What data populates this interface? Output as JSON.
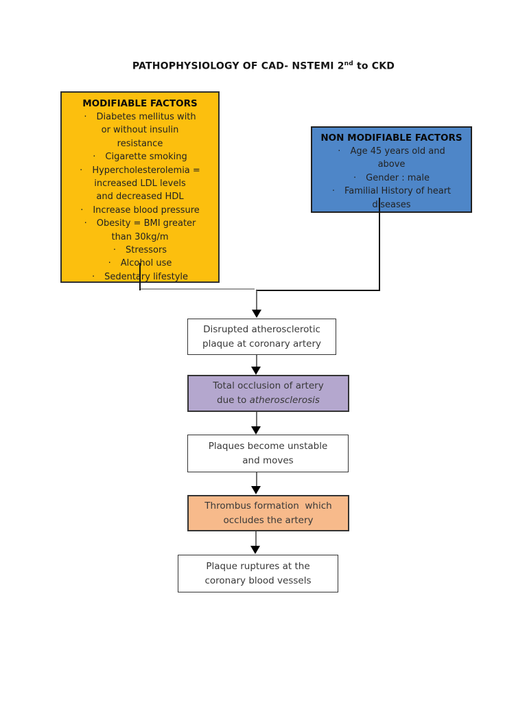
{
  "title": {
    "text_main": "PATHOPHYSIOLOGY OF CAD- NSTEMI 2",
    "superscript": "nd",
    "text_tail": " to CKD"
  },
  "bullet_char": "·",
  "colors": {
    "modifiable_bg": "#fcbf0e",
    "non_modifiable_bg": "#4e86c8",
    "occlusion_bg": "#b4a7ce",
    "thrombus_bg": "#f7ba8b",
    "plain_step_bg": "#ffffff",
    "line_black": "#141414",
    "line_gray": "#9e9e9e",
    "arrow_black": "#000000"
  },
  "modifiable_box": {
    "header": "MODIFIABLE FACTORS",
    "items": [
      "Diabetes mellitus with\nor without insulin\nresistance",
      "Cigarette smoking",
      "Hypercholesterolemia =\nincreased LDL levels\nand decreased HDL",
      "Increase blood pressure",
      "Obesity = BMI greater\nthan 30kg/m",
      "Stressors",
      "Alcohol use",
      "Sedentary lifestyle"
    ]
  },
  "non_modifiable_box": {
    "header": "NON MODIFIABLE FACTORS",
    "items": [
      "Age 45 years old and\nabove",
      "Gender : male",
      "Familial History of heart\ndiseases"
    ]
  },
  "flow_steps": [
    {
      "text": "Disrupted atherosclerotic\nplaque at coronary artery"
    },
    {
      "text": "Total occlusion of artery\ndue to ",
      "italic_text": "atherosclerosis"
    },
    {
      "text": "Plaques become unstable\nand moves"
    },
    {
      "text": "Thrombus formation  which\noccludes the artery"
    },
    {
      "text": "Plaque ruptures at the\ncoronary blood vessels"
    }
  ]
}
